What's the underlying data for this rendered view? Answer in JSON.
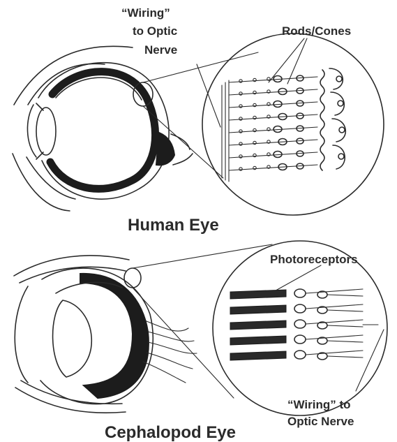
{
  "human": {
    "title": "Human Eye",
    "label_wiring_line1": "“Wiring”",
    "label_wiring_line2": "to Optic",
    "label_wiring_line3": "Nerve",
    "label_rods_cones": "Rods/Cones"
  },
  "cephalopod": {
    "title": "Cephalopod Eye",
    "label_photoreceptors": "Photoreceptors",
    "label_wiring_line1": "“Wiring” to",
    "label_wiring_line2": "Optic Nerve"
  }
}
